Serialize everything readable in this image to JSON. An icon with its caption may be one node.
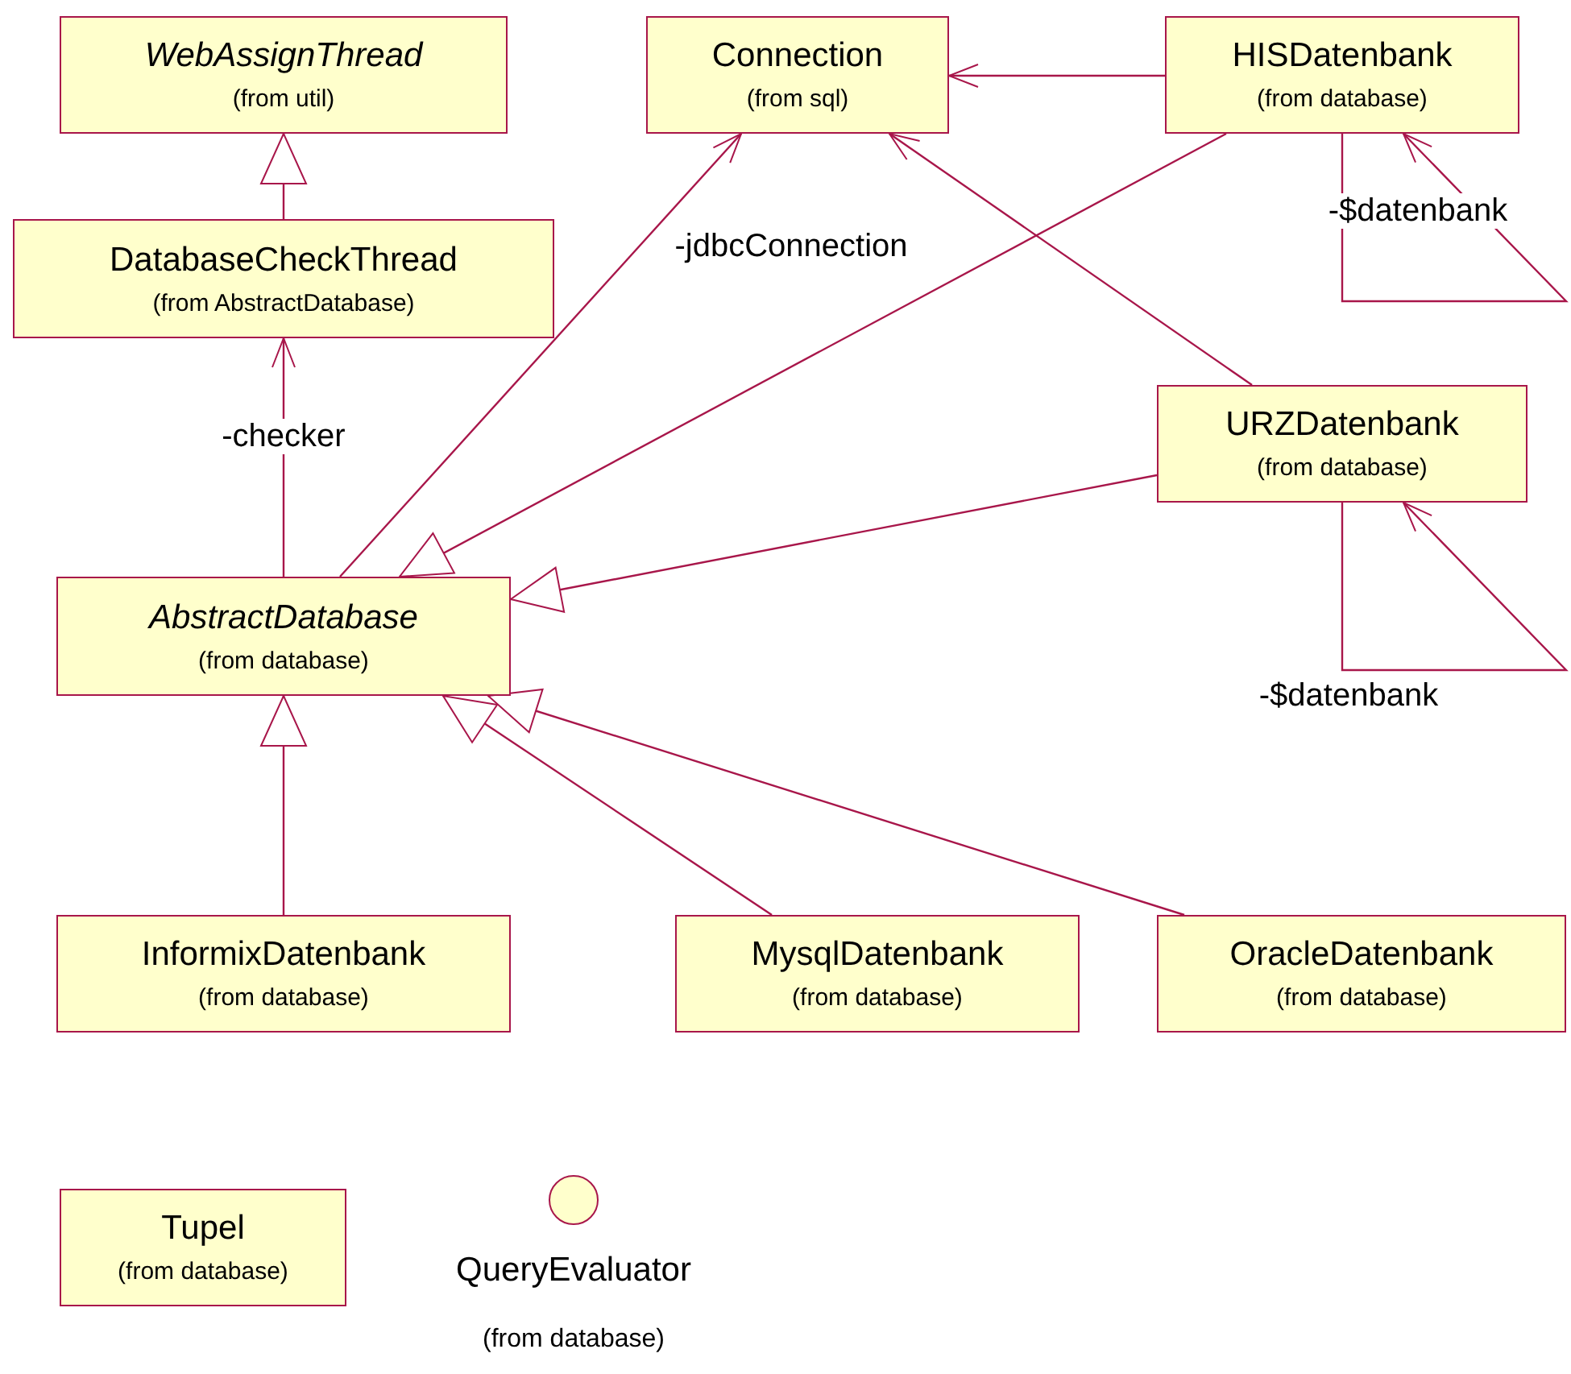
{
  "diagram": {
    "nodes": [
      {
        "text": [
          "WebAssignThread",
          "(from util)"
        ]
      },
      {
        "text": [
          "Connection",
          "(from sql)"
        ]
      },
      {
        "text": [
          "HISDatenbank",
          "(from database)"
        ]
      },
      {
        "text": [
          "DatabaseCheckThread",
          "(from AbstractDatabase)"
        ]
      },
      {
        "text": [
          "URZDatenbank",
          "(from database)"
        ]
      },
      {
        "text": [
          "AbstractDatabase",
          "(from database)"
        ]
      },
      {
        "text": [
          "InformixDatenbank",
          "(from database)"
        ]
      },
      {
        "text": [
          "MysqlDatenbank",
          "(from database)"
        ]
      },
      {
        "text": [
          "OracleDatenbank",
          "(from database)"
        ]
      },
      {
        "text": [
          "Tupel",
          "(from database)"
        ]
      },
      {
        "text": [
          "QueryEvaluator",
          "(from database)"
        ]
      }
    ],
    "edges": [
      {
        "from": 3,
        "to": 0,
        "arrow": "to"
      },
      {
        "from": 5,
        "to": 3,
        "arrow": "to",
        "label": "-checker"
      },
      {
        "from": 5,
        "to": 1,
        "arrow": "to",
        "label": "-jdbcConnection"
      },
      {
        "from": 2,
        "to": 1,
        "arrow": "to"
      },
      {
        "from": 2,
        "to": 5,
        "arrow": "to"
      },
      {
        "from": 4,
        "to": 1,
        "arrow": "to"
      },
      {
        "from": 4,
        "to": 5,
        "arrow": "to"
      },
      {
        "from": 2,
        "to": 2,
        "arrow": "to",
        "label": "-$datenbank"
      },
      {
        "from": 4,
        "to": 4,
        "arrow": "to",
        "label": "-$datenbank"
      },
      {
        "from": 6,
        "to": 5,
        "arrow": "to"
      },
      {
        "from": 7,
        "to": 5,
        "arrow": "to"
      },
      {
        "from": 8,
        "to": 5,
        "arrow": "to"
      }
    ]
  }
}
